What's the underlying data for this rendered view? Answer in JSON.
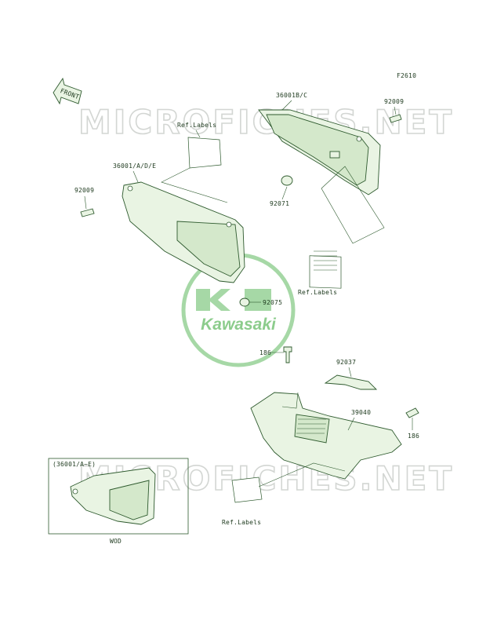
{
  "figure_code": "F2610",
  "front_arrow": "FRONT",
  "watermark": {
    "text": "MICROFICHES.NET",
    "color": "#d3d6d3"
  },
  "logo": {
    "text": "Kawasaki",
    "color": "#8ccc8c"
  },
  "colors": {
    "line": "#2e5a2e",
    "part_fill": "#e9f4e3"
  },
  "callouts": {
    "p36001bc": "36001B/C",
    "p92009_top": "92009",
    "ref_labels_left": "Ref.Labels",
    "p36001ade": "36001/A/D/E",
    "p92009_left": "92009",
    "p92071": "92071",
    "ref_labels_mid": "Ref.Labels",
    "p92075": "92075",
    "p186_top": "186",
    "p92037": "92037",
    "p39040": "39040",
    "p186_right": "186",
    "ref_labels_bottom": "Ref.Labels"
  },
  "inset": {
    "title": "(36001/A~E)",
    "caption": "WOD"
  }
}
